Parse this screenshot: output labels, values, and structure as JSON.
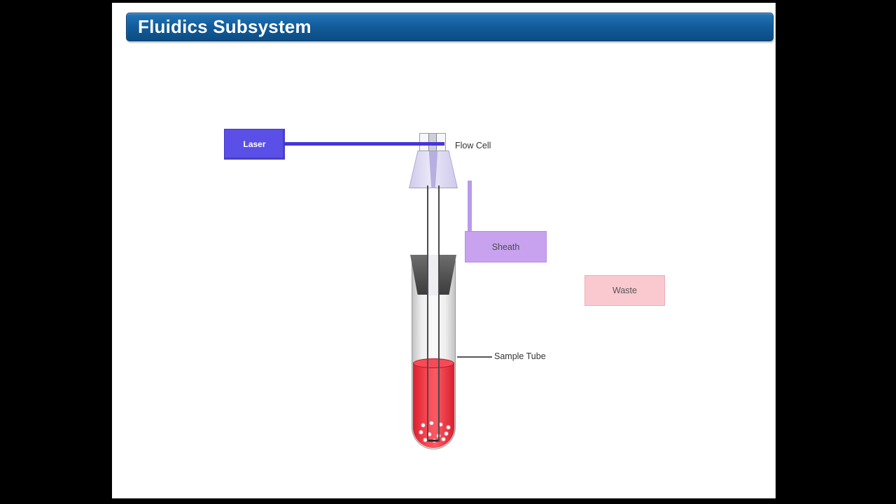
{
  "slide": {
    "title": "Fluidics Subsystem"
  },
  "colors": {
    "laser_fill": "#5a50e8",
    "beam": "#4636d8",
    "sheath_fill": "#c9a2ef",
    "sheath_line": "#b89ae8",
    "waste_fill": "#f9c9cf",
    "liquid": "#f0303e"
  },
  "diagram": {
    "laser_label": "Laser",
    "flow_cell_label": "Flow Cell",
    "sheath_label": "Sheath",
    "waste_label": "Waste",
    "sample_tube_label": "Sample Tube",
    "bubbles": [
      [
        441,
        600
      ],
      [
        453,
        597
      ],
      [
        466,
        599
      ],
      [
        477,
        603
      ],
      [
        438,
        610
      ],
      [
        450,
        613
      ],
      [
        463,
        615
      ],
      [
        474,
        612
      ],
      [
        444,
        621
      ],
      [
        457,
        622
      ],
      [
        470,
        620
      ]
    ]
  }
}
